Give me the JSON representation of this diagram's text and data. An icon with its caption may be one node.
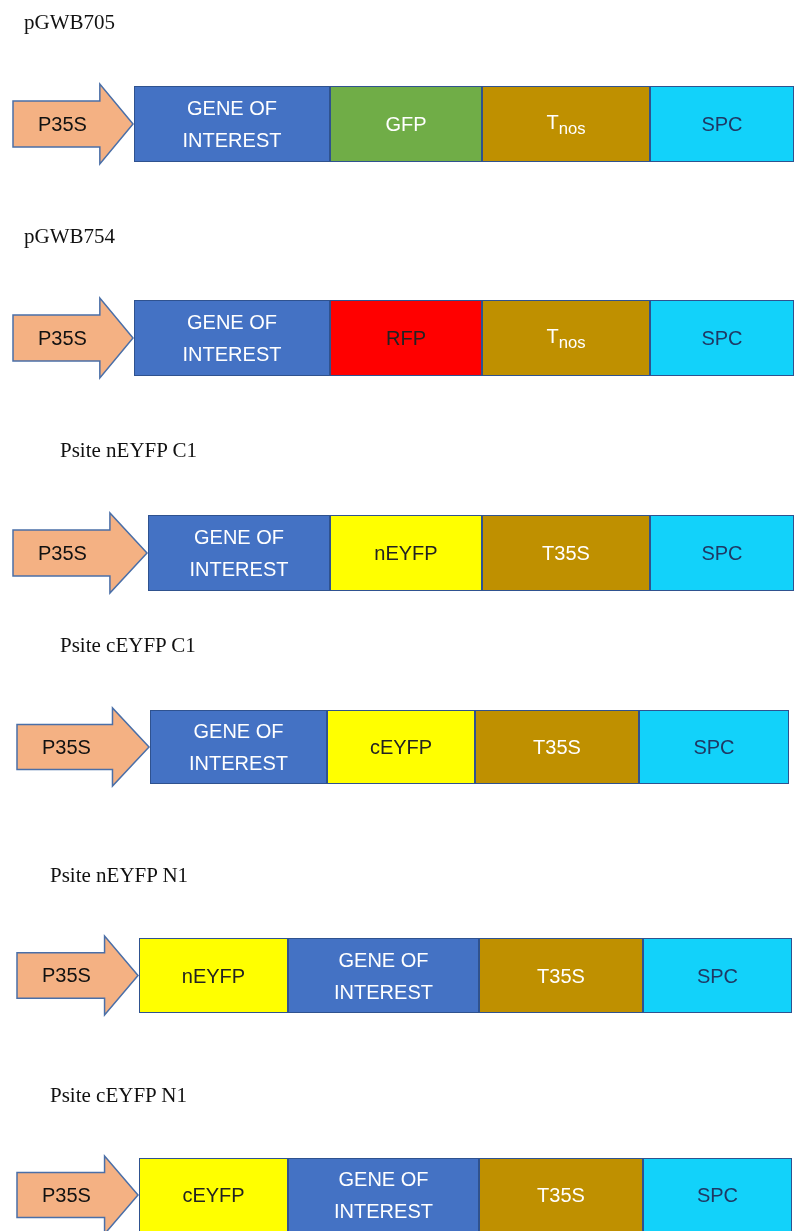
{
  "diagram": {
    "nodes": [
      {
        "text": [
          "P35S"
        ]
      },
      {
        "text": [
          "GENE OF INTEREST"
        ]
      },
      {
        "text": [
          "GFP"
        ]
      },
      {
        "text": [
          "T$_{nos}$"
        ]
      },
      {
        "text": [
          "SPC"
        ]
      },
      {
        "text": [
          "P35S"
        ]
      },
      {
        "text": [
          "GENE OF INTEREST"
        ]
      },
      {
        "text": [
          "RFP"
        ]
      },
      {
        "text": [
          "T$_{nos}$"
        ]
      },
      {
        "text": [
          "SPC"
        ]
      },
      {
        "text": [
          "P35S"
        ]
      },
      {
        "text": [
          "GENE OF INTEREST"
        ]
      },
      {
        "text": [
          "nEYFP"
        ]
      },
      {
        "text": [
          "T35S"
        ]
      },
      {
        "text": [
          "SPC"
        ]
      },
      {
        "text": [
          "P35S"
        ]
      },
      {
        "text": [
          "GENE OF INTEREST"
        ]
      },
      {
        "text": [
          "cEYFP"
        ]
      },
      {
        "text": [
          "T35S"
        ]
      },
      {
        "text": [
          "SPC"
        ]
      },
      {
        "text": [
          "P35S"
        ]
      },
      {
        "text": [
          "nEYFP"
        ]
      },
      {
        "text": [
          "GENE OF INTEREST"
        ]
      },
      {
        "text": [
          "T35S"
        ]
      },
      {
        "text": [
          "SPC"
        ]
      },
      {
        "text": [
          "P35S"
        ]
      },
      {
        "text": [
          "cEYFP"
        ]
      },
      {
        "text": [
          "GENE OF INTEREST"
        ]
      },
      {
        "text": [
          "T35S"
        ]
      },
      {
        "text": [
          "SPC"
        ]
      }
    ],
    "labels": [
      "pGWB705",
      "pGWB754",
      "Psite nEYFP C1",
      "Psite cEYFP C1",
      "Psite nEYFP N1",
      "Psite cEYFP N1"
    ]
  }
}
